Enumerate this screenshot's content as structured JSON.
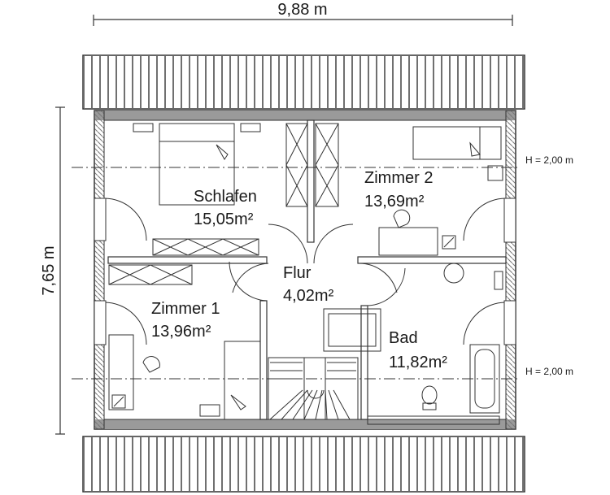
{
  "dimensions": {
    "width": "9,88 m",
    "depth": "7,65 m"
  },
  "height_notes": {
    "upper": "H = 2,00 m",
    "lower": "H = 2,00 m"
  },
  "rooms": {
    "schlafen": {
      "name": "Schlafen",
      "area": "15,05m²"
    },
    "zimmer2": {
      "name": "Zimmer 2",
      "area": "13,69m²"
    },
    "flur": {
      "name": "Flur",
      "area": "4,02m²"
    },
    "zimmer1": {
      "name": "Zimmer 1",
      "area": "13,96m²"
    },
    "bad": {
      "name": "Bad",
      "area": "11,82m²"
    }
  },
  "colors": {
    "wall": "#8f8f8f",
    "roof": "#ffffff",
    "line": "#333333"
  }
}
